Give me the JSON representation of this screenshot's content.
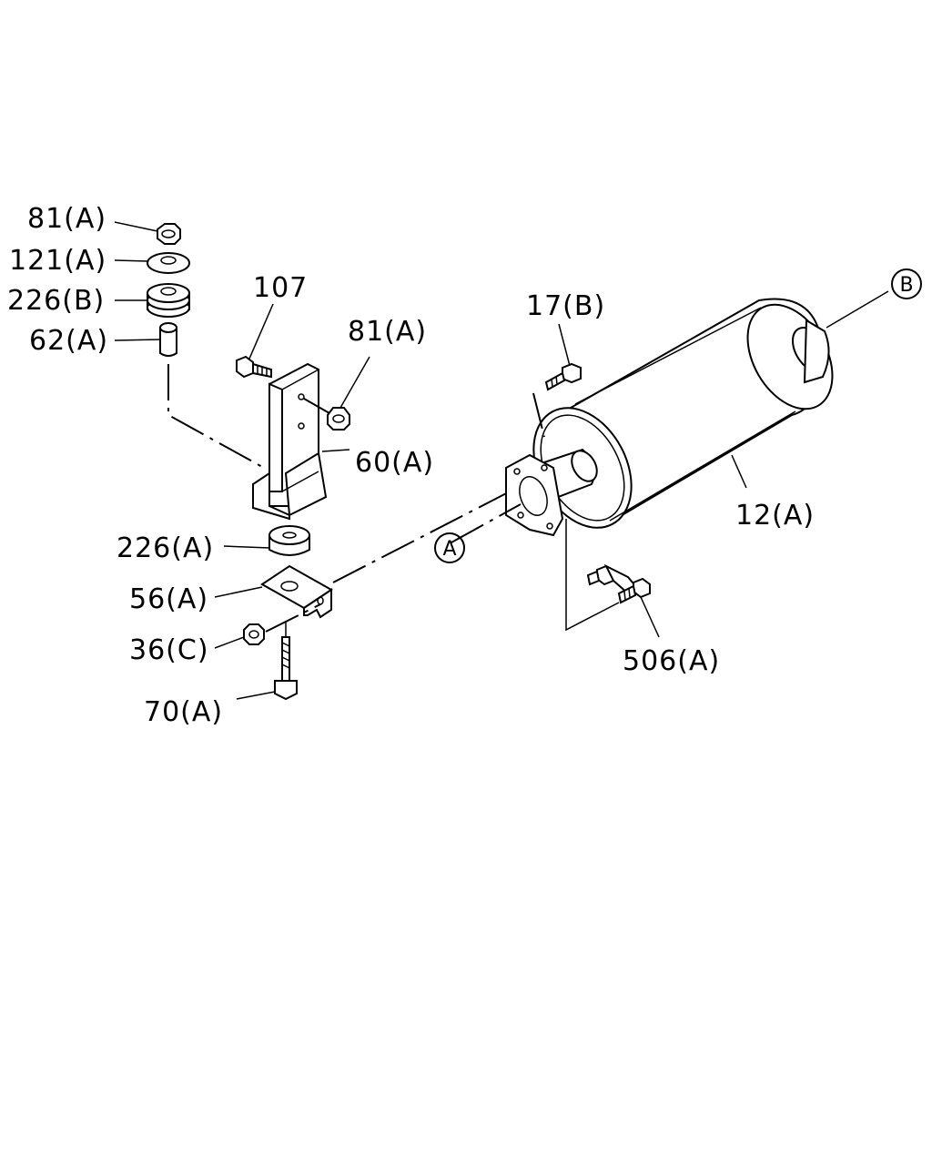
{
  "labels": {
    "nut_81a_top": "81(A)",
    "washer_121a": "121(A)",
    "cushion_226b": "226(B)",
    "collar_62a": "62(A)",
    "bolt_107": "107",
    "nut_81a_bracket": "81(A)",
    "bracket_60a": "60(A)",
    "cushion_226a": "226(A)",
    "bracket_56a": "56(A)",
    "nut_36c": "36(C)",
    "bolt_70a": "70(A)",
    "bolt_17b": "17(B)",
    "muffler_12a": "12(A)",
    "bolt_506a": "506(A)",
    "ref_a": "A",
    "ref_b": "B"
  },
  "colors": {
    "line": "#000000",
    "background": "#ffffff"
  }
}
